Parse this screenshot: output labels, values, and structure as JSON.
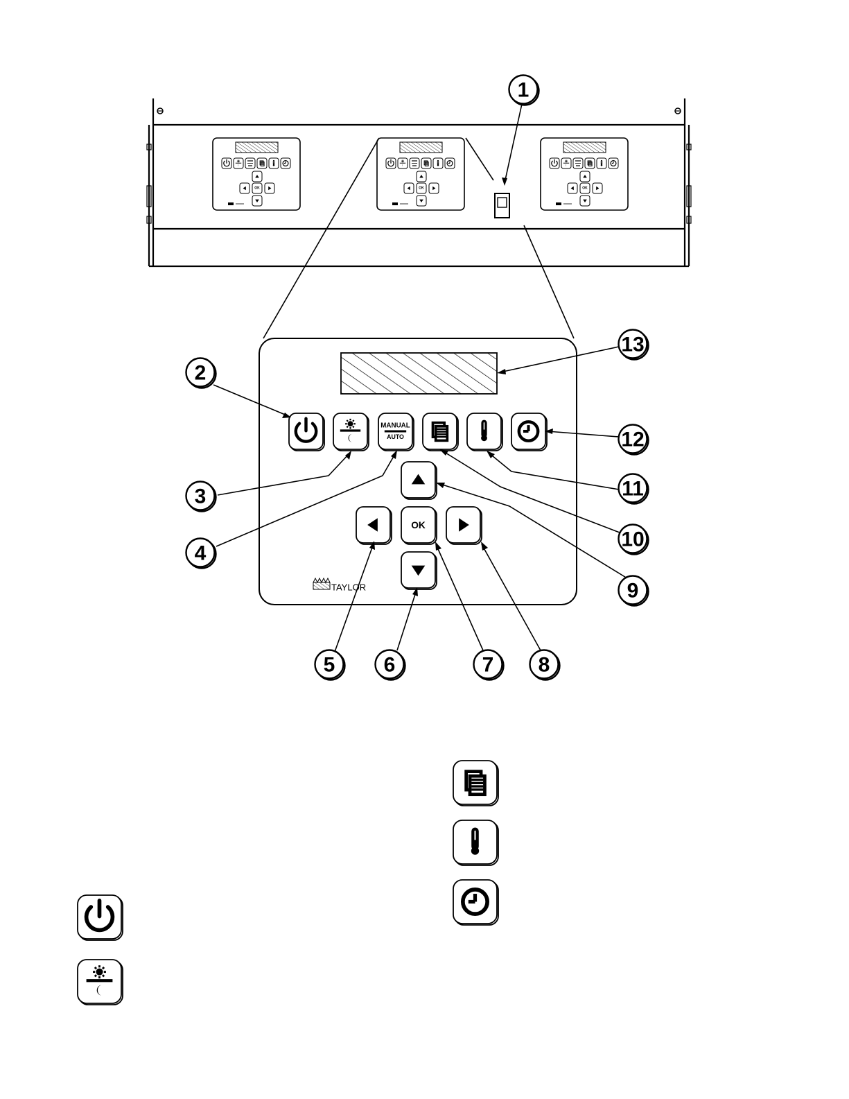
{
  "diagram": {
    "callouts": [
      "1",
      "2",
      "3",
      "4",
      "5",
      "6",
      "7",
      "8",
      "9",
      "10",
      "11",
      "12",
      "13"
    ],
    "buttons": {
      "manual_label": "MANUAL",
      "auto_label": "AUTO",
      "ok_label": "OK"
    },
    "brand": "TAYLOR",
    "icons": [
      "power-icon",
      "standby-icon",
      "manual-auto-icon",
      "menu-icon",
      "thermometer-icon",
      "clock-icon",
      "arrow-up-icon",
      "arrow-left-icon",
      "ok-icon",
      "arrow-right-icon",
      "arrow-down-icon",
      "display-icon",
      "switch-icon"
    ]
  }
}
